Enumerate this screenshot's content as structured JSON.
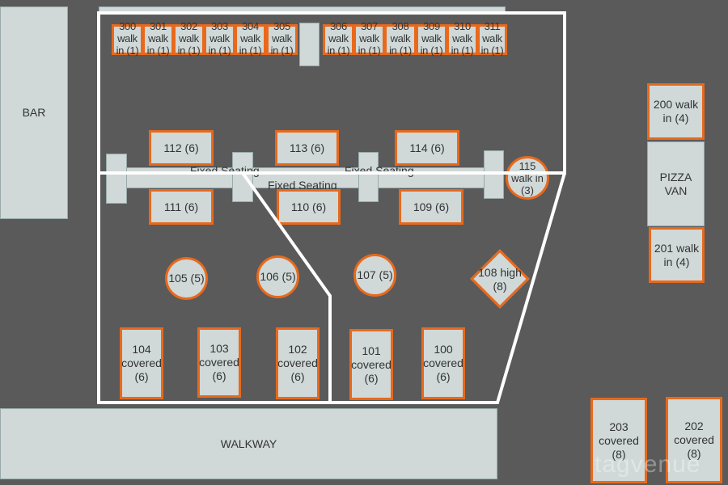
{
  "areas": {
    "bar": "BAR",
    "walkway": "WALKWAY",
    "pizza_van": "PIZZA VAN",
    "fixed_seating": [
      "Fixed Seating",
      "Fixed Seating",
      "Fixed Seating"
    ]
  },
  "walk_in_tables": [
    "300\nwalk\nin (1)",
    "301\nwalk\nin (1)",
    "302\nwalk\nin (1)",
    "303\nwalk\nin (1)",
    "304\nwalk\nin (1)",
    "305\nwalk\nin (1)",
    "306\nwalk\nin (1)",
    "307\nwalk\nin (1)",
    "308\nwalk\nin (1)",
    "309\nwalk\nin (1)",
    "310\nwalk\nin (1)",
    "311\nwalk\nin (1)"
  ],
  "tables": {
    "t112": "112 (6)",
    "t113": "113 (6)",
    "t114": "114 (6)",
    "t111": "111 (6)",
    "t110": "110 (6)",
    "t109": "109 (6)",
    "t115": "115\nwalk in\n(3)",
    "t105": "105 (5)",
    "t106": "106 (5)",
    "t107": "107 (5)",
    "t108": "108 high\n(8)",
    "t104": "104\ncovered\n(6)",
    "t103": "103\ncovered\n(6)",
    "t102": "102\ncovered\n(6)",
    "t101": "101\ncovered\n(6)",
    "t100": "100\ncovered\n(6)",
    "t200": "200 walk\nin (4)",
    "t201": "201 walk\nin (4)",
    "t203": "203\ncovered\n(8)",
    "t202": "202\ncovered\n(8)"
  },
  "watermark": "tagvenue",
  "colors": {
    "background": "#5a5a5a",
    "table_fill": "#d0d8d8",
    "table_border": "#e8691c",
    "zone_lines": "#ffffff"
  }
}
